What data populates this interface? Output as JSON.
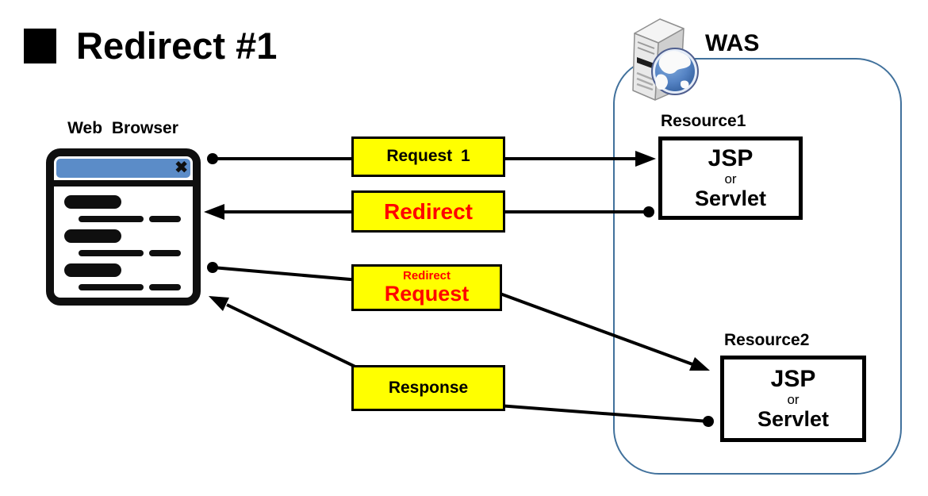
{
  "title": {
    "bullet": "■",
    "text": "Redirect #1"
  },
  "browser": {
    "label": "Web Browser",
    "close_glyph": "✖"
  },
  "was": {
    "label": "WAS"
  },
  "resources": [
    {
      "name": "Resource1",
      "line1": "JSP",
      "line2": "or",
      "line3": "Servlet"
    },
    {
      "name": "Resource2",
      "line1": "JSP",
      "line2": "or",
      "line3": "Servlet"
    }
  ],
  "messages": [
    {
      "label": "Request 1",
      "text_color": "#000000",
      "bg": "#ffff00"
    },
    {
      "label": "Redirect",
      "text_color": "#ff0000",
      "bg": "#ffff00"
    },
    {
      "sublabel": "Redirect",
      "label": "Request",
      "text_color": "#ff0000",
      "bg": "#ffff00"
    },
    {
      "label": "Response",
      "text_color": "#000000",
      "bg": "#ffff00"
    }
  ],
  "colors": {
    "message_bg": "#ffff00",
    "message_border": "#000000",
    "emphasis_text": "#ff0000",
    "was_border": "#41719c",
    "browser_titlebar": "#5b8cc8",
    "arrow": "#000000"
  }
}
